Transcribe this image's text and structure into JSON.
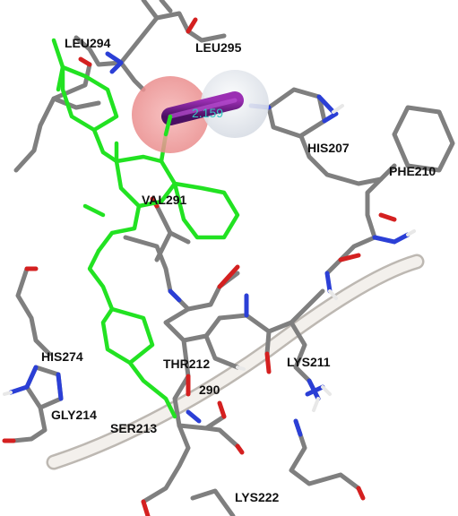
{
  "residues": [
    "LEU294",
    "LEU295",
    "HIS207",
    "PHE210",
    "VAL291",
    "HIS274",
    "THR212",
    "LYS211",
    "GLY214",
    "SER213",
    "LYS222",
    "290"
  ],
  "distance_label": "2.159",
  "colors": {
    "background": "#ffffff",
    "protein_stick": "#7f7f7f",
    "ligand": "#22e222",
    "nitrogen": "#2b3fd6",
    "oxygen": "#d42020",
    "hydrogen": "#f2f2f2",
    "ribbon": "#f1eeea",
    "oxygen_sphere": "#f2a3a3",
    "hydrogen_sphere": "#e5e8ee",
    "bond_highlight": "#7a1a8f",
    "distance_text": "#35c7c0"
  }
}
